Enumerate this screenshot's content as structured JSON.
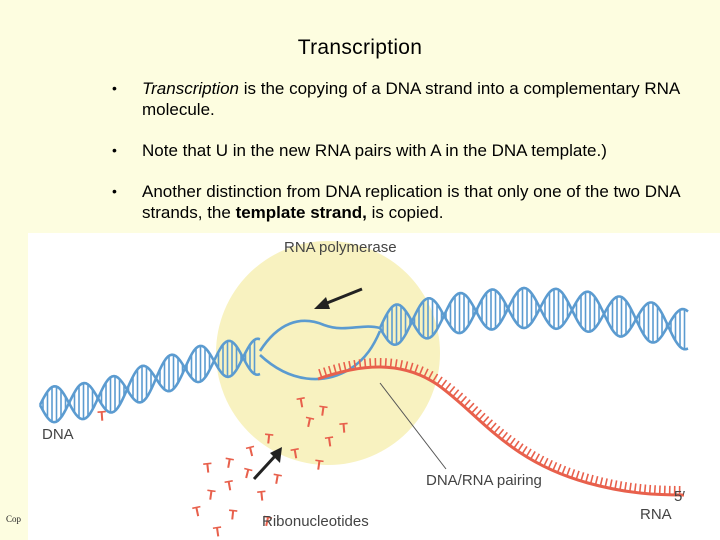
{
  "slide": {
    "title": "Transcription",
    "bullets": [
      {
        "lead_italic": "Transcription",
        "rest": " is the copying of a DNA strand into a complementary RNA molecule."
      },
      {
        "text": "Note that U in the new RNA pairs with A in the DNA template.)"
      },
      {
        "before": "Another distinction from DNA replication is that only one of the two DNA strands, the ",
        "bold": "template strand,",
        "after": " is copied."
      }
    ],
    "copyright": "Cop"
  },
  "diagram": {
    "labels": {
      "rna_polymerase": "RNA polymerase",
      "dna": "DNA",
      "dna_rna_pairing": "DNA/RNA pairing",
      "ribonucleotides": "Ribonucleotides",
      "five_prime": "5′",
      "rna": "RNA"
    },
    "nucleotide_glyph": "T",
    "colors": {
      "dna": "#5b9bd0",
      "rna": "#e8604c",
      "polymerase": "#f8f2c0",
      "arrow": "#222222"
    }
  }
}
